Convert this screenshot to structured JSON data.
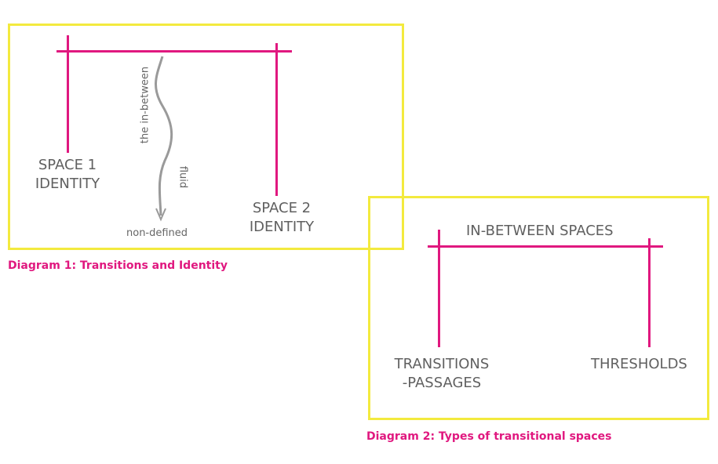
{
  "colors": {
    "frame": "#f3ea3e",
    "line": "#e0187f",
    "text": "#606060",
    "caption": "#e0187f",
    "arrow": "#9a9a9a"
  },
  "diagram1": {
    "space1": [
      "SPACE 1",
      "IDENTITY"
    ],
    "space2": [
      "SPACE 2",
      "IDENTITY"
    ],
    "in_between": "the in-between",
    "fluid": "fluid",
    "non_defined": "non-defined",
    "caption": "Diagram 1: Transitions and Identity"
  },
  "diagram2": {
    "title": "IN-BETWEEN SPACES",
    "left": [
      "TRANSITIONS",
      "-PASSAGES"
    ],
    "right": "THRESHOLDS",
    "caption": "Diagram 2: Types of transitional spaces"
  }
}
